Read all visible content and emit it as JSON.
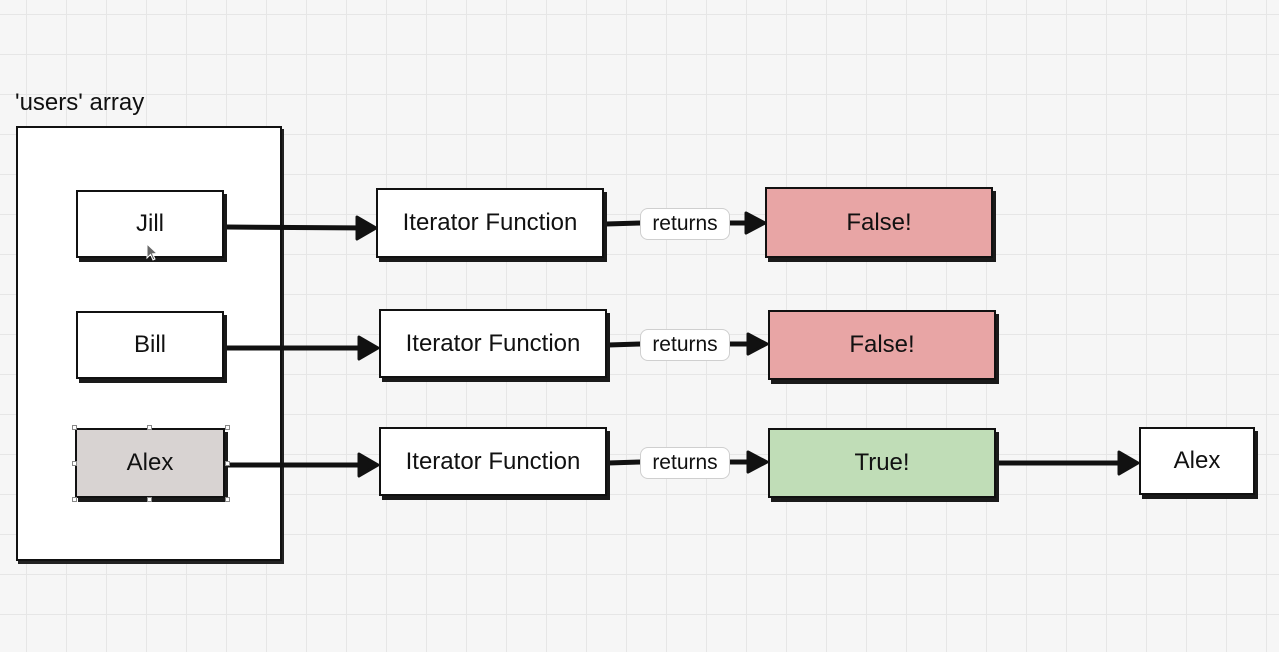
{
  "diagram": {
    "array_label": "'users' array",
    "users": [
      {
        "name": "Jill"
      },
      {
        "name": "Bill"
      },
      {
        "name": "Alex"
      }
    ],
    "iterator_label": "Iterator Function",
    "returns_label": "returns",
    "results": [
      {
        "label": "False!",
        "status": "false"
      },
      {
        "label": "False!",
        "status": "false"
      },
      {
        "label": "True!",
        "status": "true"
      }
    ],
    "found_value": "Alex",
    "colors": {
      "false_fill": "#e8a5a5",
      "true_fill": "#c0ddb7",
      "selected_fill": "#d8d3d2"
    }
  }
}
